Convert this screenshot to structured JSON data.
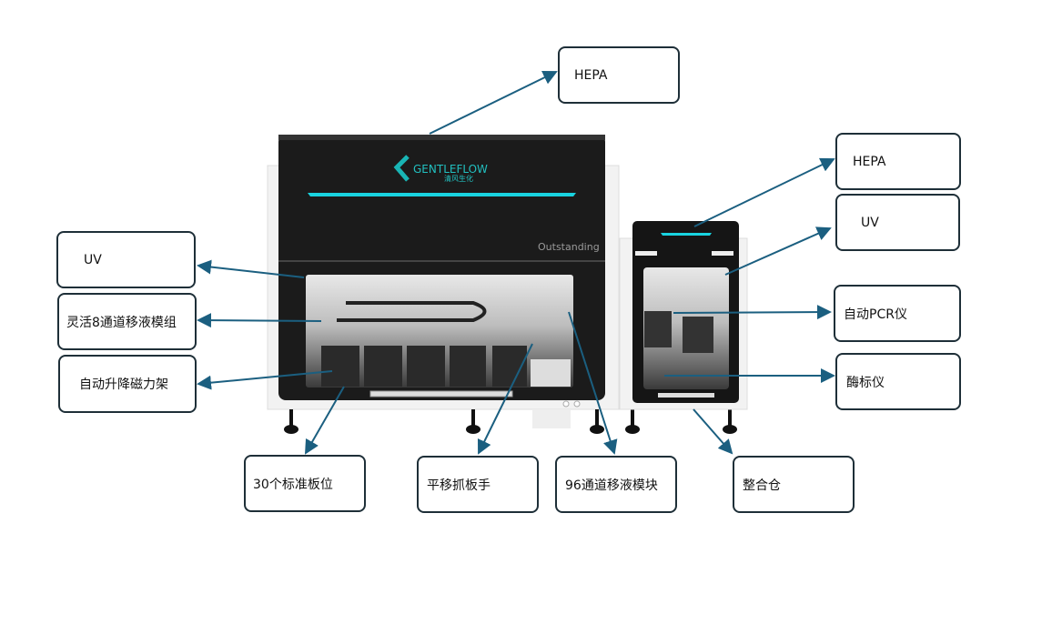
{
  "labels": {
    "hepa_main": "HEPA",
    "hepa_side": "HEPA",
    "uv_side": "UV",
    "uv_main": "UV",
    "pipetting_8ch": "灵活8通道移液模组",
    "magnetic_rack": "自动升降磁力架",
    "pcr": "自动PCR仪",
    "plate_reader": "酶标仪",
    "plate_positions": "30个标准板位",
    "gripper": "平移抓板手",
    "pipetting_96ch": "96通道移液模块",
    "integration_bay": "整合仓"
  },
  "device": {
    "brand": "GENTLEFLOW",
    "brand_cn": "清风生化",
    "model_text": "Outstanding"
  },
  "colors": {
    "arrow": "#1b5f80",
    "accent": "#19d3e0",
    "border": "#1e2f38"
  }
}
